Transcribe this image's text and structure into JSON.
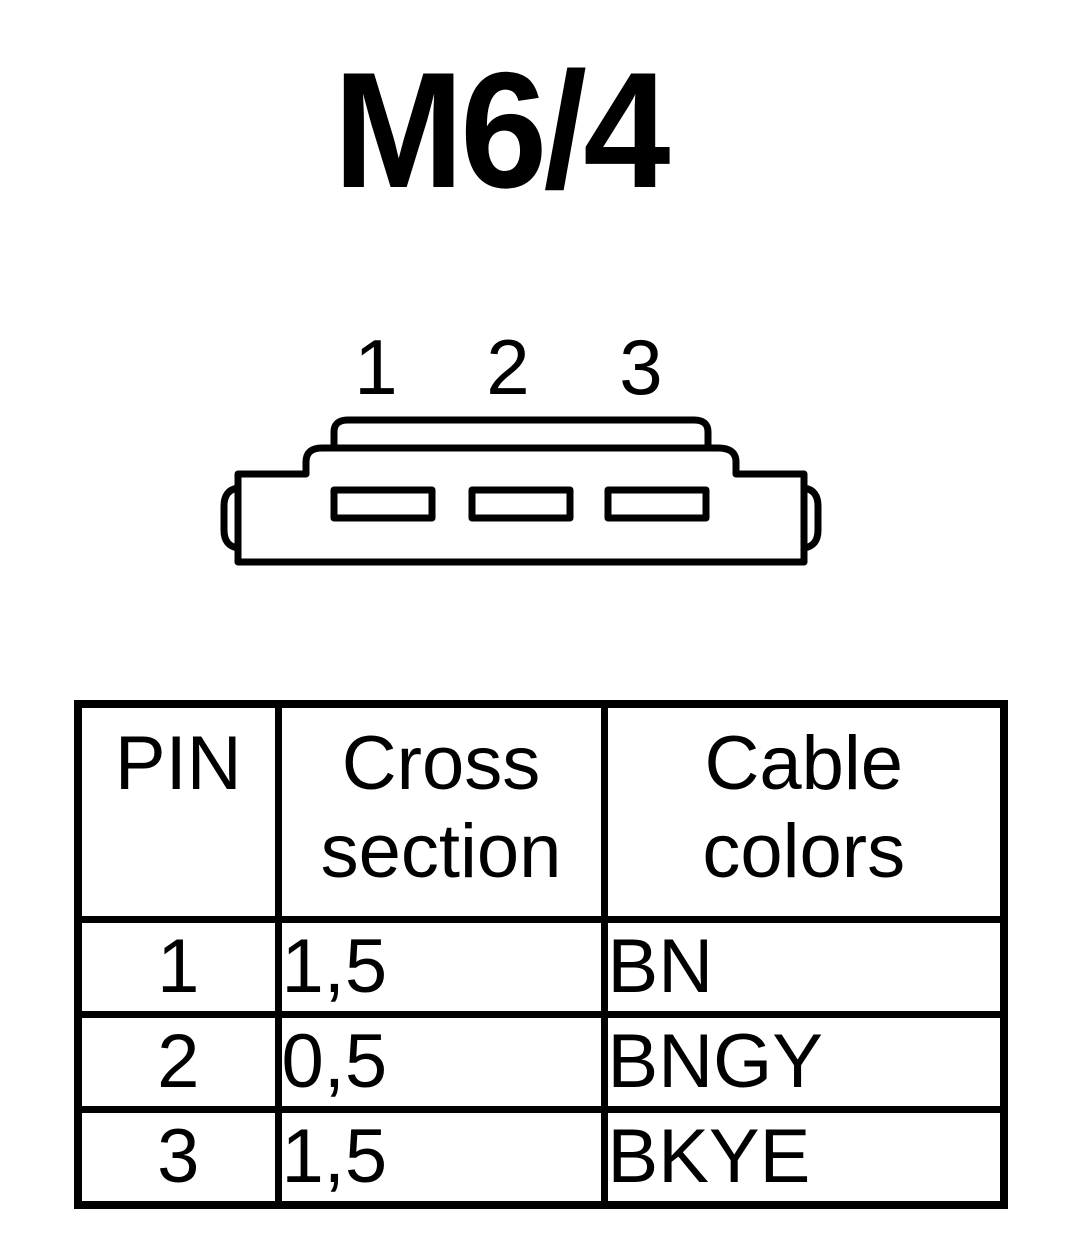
{
  "title": "M6/4",
  "connector": {
    "pin_labels": [
      "1",
      "2",
      "3"
    ]
  },
  "table": {
    "headers": [
      {
        "lines": [
          "PIN"
        ]
      },
      {
        "lines": [
          "Cross",
          "section"
        ]
      },
      {
        "lines": [
          "Cable",
          "colors"
        ]
      }
    ],
    "rows": [
      {
        "pin": "1",
        "cross_section": "1,5",
        "cable_color": "BN"
      },
      {
        "pin": "2",
        "cross_section": "0,5",
        "cable_color": "BNGY"
      },
      {
        "pin": "3",
        "cross_section": "1,5",
        "cable_color": "BKYE"
      }
    ]
  }
}
